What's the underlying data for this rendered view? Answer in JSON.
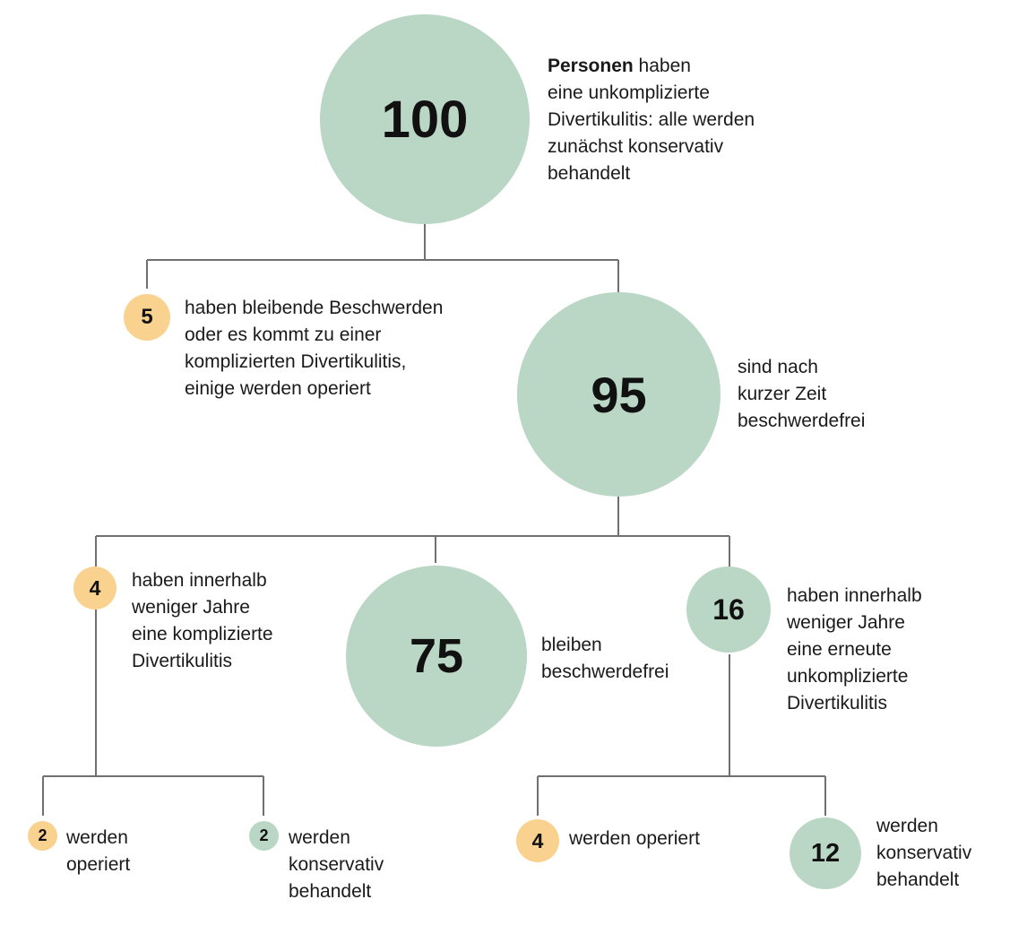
{
  "colors": {
    "green": "#bad7c6",
    "orange": "#fad28f",
    "line": "#707070"
  },
  "nodes": {
    "root": {
      "value": "100",
      "label_bold": "Personen",
      "label_rest": " haben",
      "label_lines": [
        "eine unkomplizierte",
        "Divertikulitis: alle werden",
        "zunächst konservativ",
        "behandelt"
      ]
    },
    "persistent": {
      "value": "5",
      "label_lines": [
        "haben bleibende Beschwerden",
        "oder es kommt zu einer",
        "komplizierten Divertikulitis,",
        "einige werden operiert"
      ]
    },
    "symptom_free": {
      "value": "95",
      "label_lines": [
        "sind nach",
        "kurzer Zeit",
        "beschwerdefrei"
      ]
    },
    "complicated": {
      "value": "4",
      "label_lines": [
        "haben innerhalb",
        "weniger Jahre",
        "eine komplizierte",
        "Divertikulitis"
      ]
    },
    "stay_free": {
      "value": "75",
      "label_lines": [
        "bleiben",
        "beschwerdefrei"
      ]
    },
    "recurrent": {
      "value": "16",
      "label_lines": [
        "haben innerhalb",
        "weniger Jahre",
        "eine erneute",
        "unkomplizierte",
        "Divertikulitis"
      ]
    },
    "complicated_operated": {
      "value": "2",
      "label_lines": [
        "werden",
        "operiert"
      ]
    },
    "complicated_conservative": {
      "value": "2",
      "label_lines": [
        "werden",
        "konservativ",
        "behandelt"
      ]
    },
    "recurrent_operated": {
      "value": "4",
      "label_lines": [
        "werden operiert"
      ]
    },
    "recurrent_conservative": {
      "value": "12",
      "label_lines": [
        "werden",
        "konservativ",
        "behandelt"
      ]
    }
  }
}
